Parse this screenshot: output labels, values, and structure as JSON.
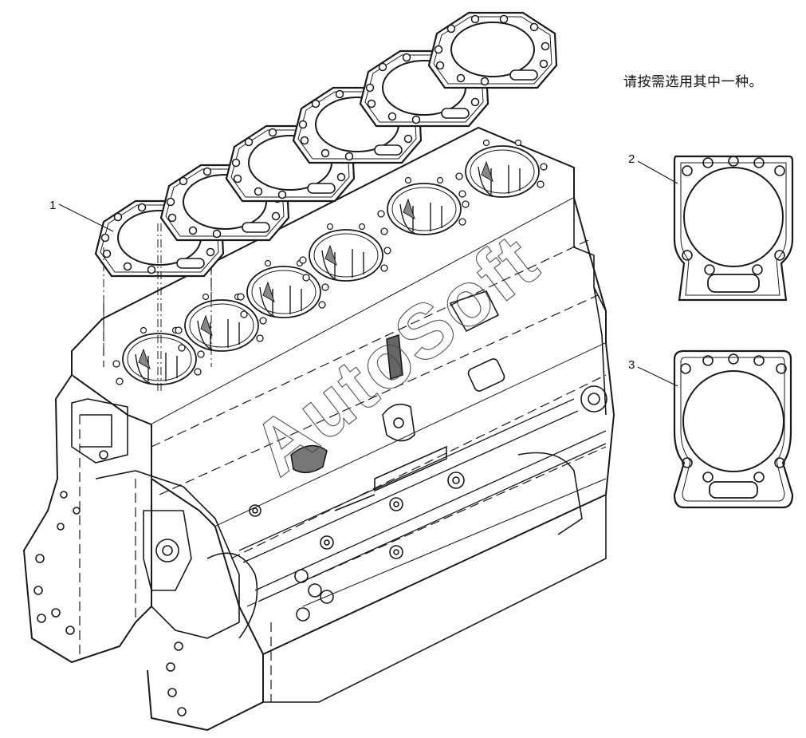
{
  "note": "请按需选用其中一种。",
  "watermark": "AutoSoft",
  "callouts": [
    {
      "id": "1",
      "label": "1"
    },
    {
      "id": "2",
      "label": "2"
    },
    {
      "id": "3",
      "label": "3"
    }
  ],
  "colors": {
    "line": "#1a1a1a",
    "background": "#ffffff"
  }
}
